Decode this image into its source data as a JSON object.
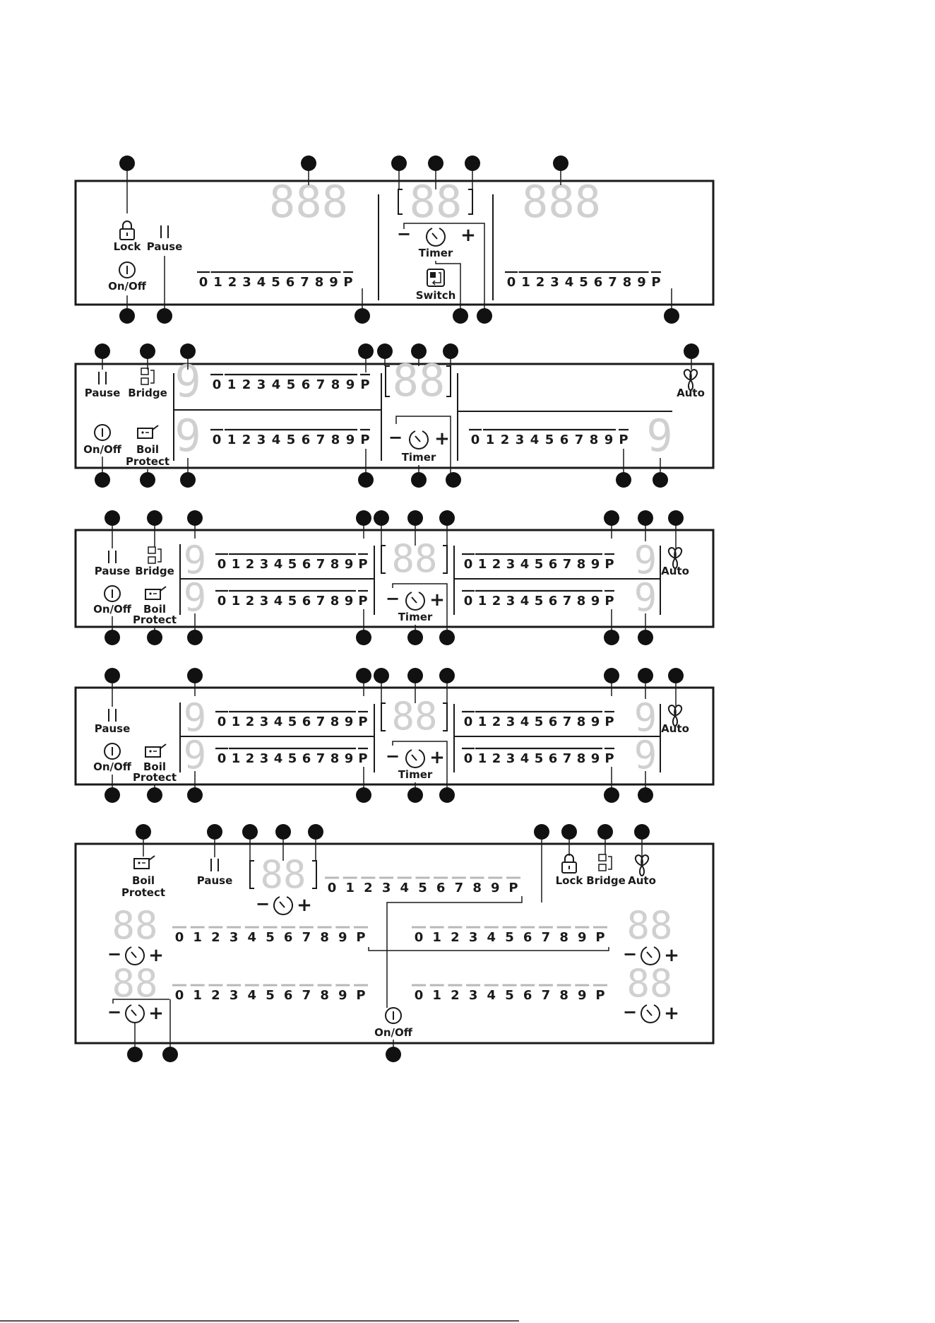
{
  "labels": {
    "lock": "Lock",
    "pause": "Pause",
    "on_off": "On/Off",
    "timer": "Timer",
    "switch": "Switch",
    "bridge": "Bridge",
    "auto": "Auto",
    "boil_1": "Boil",
    "boil_2": "Protect"
  },
  "scale": [
    "0",
    "1",
    "2",
    "3",
    "4",
    "5",
    "6",
    "7",
    "8",
    "9",
    "P"
  ],
  "display": {
    "three_digit": "888",
    "two_digit": "88",
    "one_digit": "9"
  },
  "symbols": {
    "minus": "−",
    "plus": "+"
  },
  "icons": [
    "lock-icon",
    "pause-icon",
    "power-icon",
    "timer-icon",
    "switch-icon",
    "bridge-icon",
    "fan-auto-icon",
    "pot-boil-icon"
  ]
}
